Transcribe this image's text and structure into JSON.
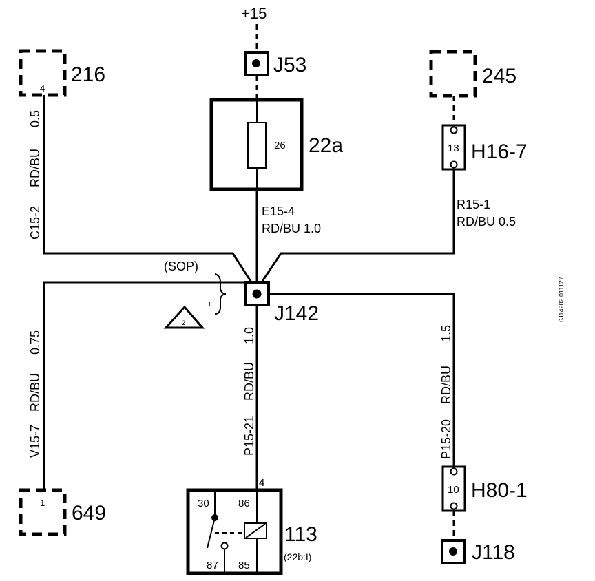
{
  "supply": "+15",
  "components": {
    "c216": {
      "id": "216",
      "pin": "4"
    },
    "c245": {
      "id": "245"
    },
    "c649": {
      "id": "649",
      "pin": "1"
    },
    "j53": {
      "id": "J53"
    },
    "fuse": {
      "id": "22a",
      "number": "26"
    },
    "h16": {
      "id": "H16-7",
      "pin": "13"
    },
    "j142": {
      "id": "J142",
      "note": "(SOP)",
      "bracket_mark": "1",
      "warning_number": "2"
    },
    "h80": {
      "id": "H80-1",
      "pin": "10"
    },
    "j118": {
      "id": "J118"
    },
    "relay": {
      "id": "113",
      "sub": "(22b:I)",
      "pin_30": "30",
      "pin_86": "86",
      "pin_87": "87",
      "pin_85": "85",
      "pin_top": "4"
    }
  },
  "wires": {
    "c15_2": {
      "code": "C15-2",
      "color": "RD/BU",
      "size": "0.5"
    },
    "e15_4": {
      "code": "E15-4",
      "spec": "RD/BU  1.0"
    },
    "r15_1": {
      "code": "R15-1",
      "spec": "RD/BU  0.5"
    },
    "v15_7": {
      "code": "V15-7",
      "color": "RD/BU",
      "size": "0.75"
    },
    "p15_21": {
      "code": "P15-21",
      "color": "RD/BU",
      "size": "1.0"
    },
    "p15_20": {
      "code": "P15-20",
      "color": "RD/BU",
      "size": "1.5"
    }
  },
  "drawing_code": "6J14202 011127"
}
